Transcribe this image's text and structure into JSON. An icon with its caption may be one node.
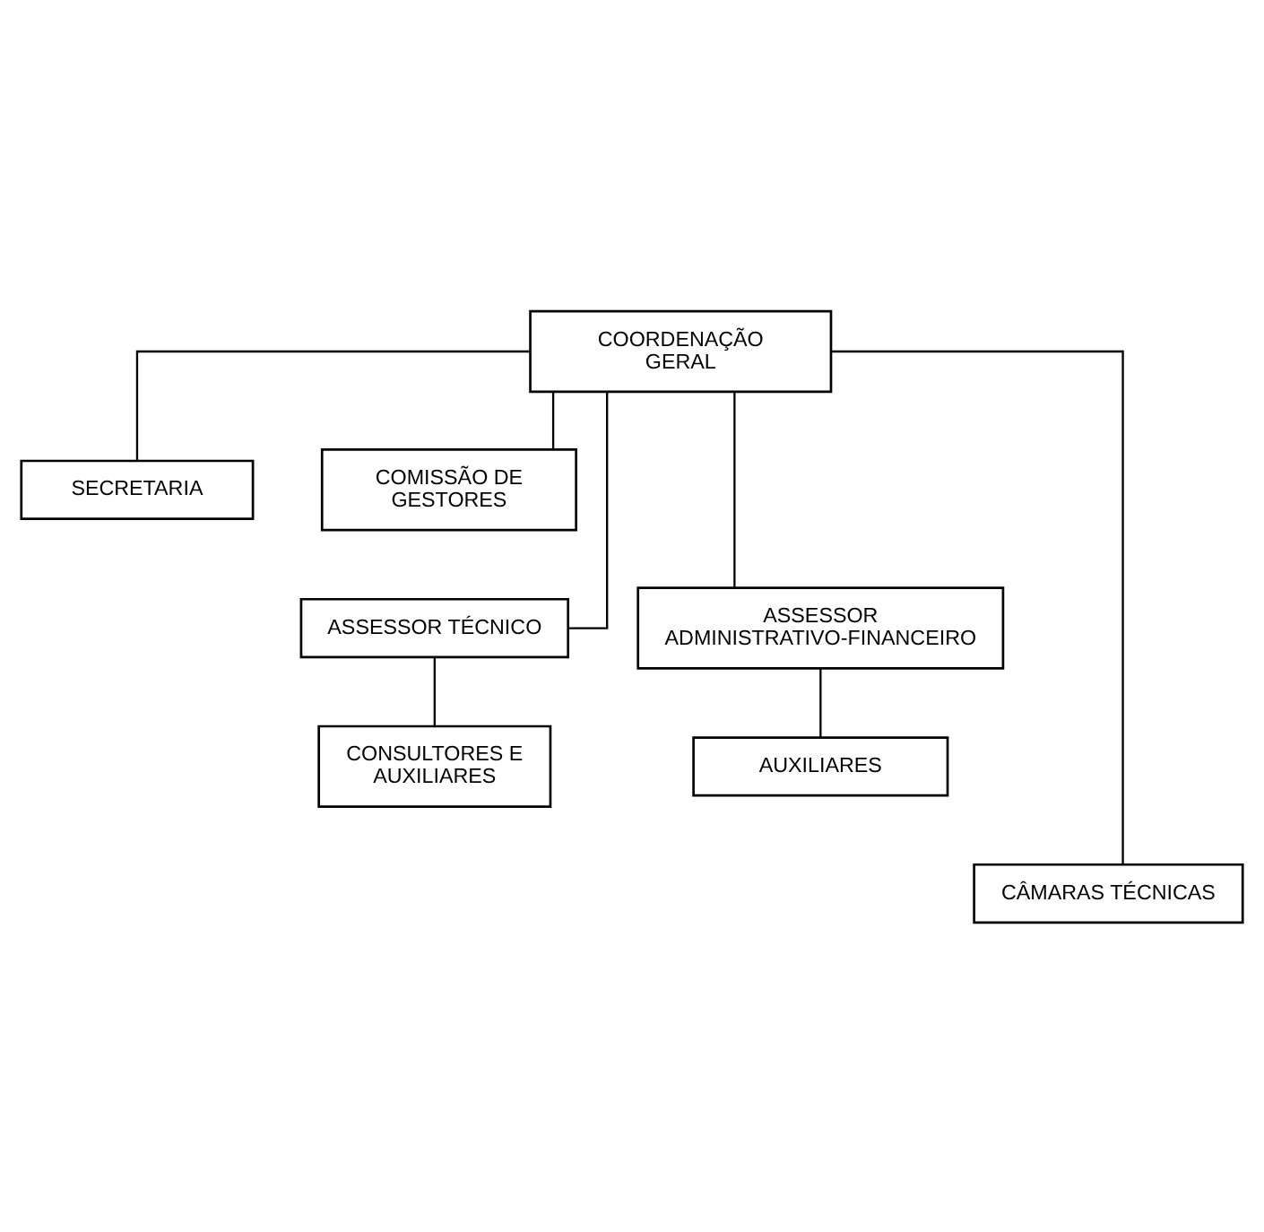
{
  "diagram": {
    "nodes": [
      {
        "text": [
          "COORDENAÇÃO GERAL"
        ]
      },
      {
        "text": [
          "SECRETARIA"
        ]
      },
      {
        "text": [
          "COMISSÃO DE GESTORES"
        ]
      },
      {
        "text": [
          "ASSESSOR TÉCNICO"
        ]
      },
      {
        "text": [
          "ASSESSOR ADMINISTRATIVO-FINANCEIRO"
        ]
      },
      {
        "text": [
          "CONSULTORES E AUXILIARES"
        ]
      },
      {
        "text": [
          "AUXILIARES"
        ]
      },
      {
        "text": [
          "CÂMARAS TÉCNICAS"
        ]
      }
    ],
    "edges": [
      {
        "from": 0,
        "to": 1,
        "arrow": "none"
      },
      {
        "from": 0,
        "to": 2,
        "arrow": "none"
      },
      {
        "from": 0,
        "to": 3,
        "arrow": "none"
      },
      {
        "from": 0,
        "to": 4,
        "arrow": "none"
      },
      {
        "from": 3,
        "to": 5,
        "arrow": "none"
      },
      {
        "from": 4,
        "to": 6,
        "arrow": "none"
      },
      {
        "from": 0,
        "to": 7,
        "arrow": "none"
      }
    ]
  }
}
